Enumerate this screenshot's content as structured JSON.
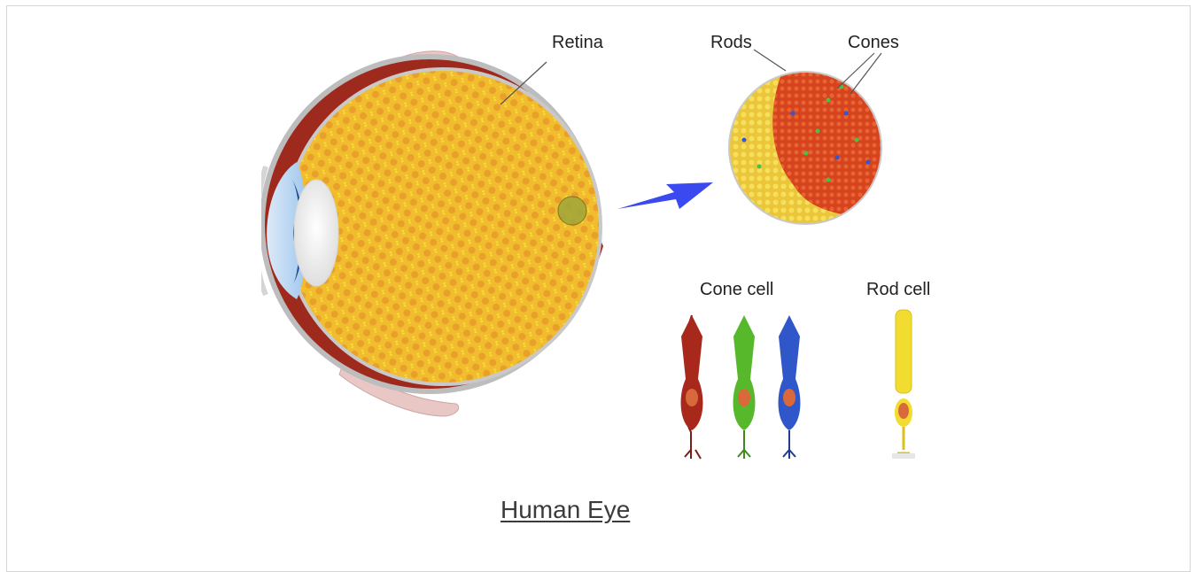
{
  "figure": {
    "labels": {
      "retina": "Retina",
      "rods": "Rods",
      "cones": "Cones",
      "cone_cell": "Cone cell",
      "rod_cell": "Rod cell"
    },
    "colors": {
      "retina_yellow": "#f3c531",
      "retina_orange": "#e07b2a",
      "arrow_blue": "#3a49f0",
      "cone_red": "#a8281b",
      "cone_green": "#58b82c",
      "cone_blue": "#2f57c9",
      "rod_yellow": "#f2dc2f"
    }
  },
  "caption": {
    "link_text": "Human Eye"
  }
}
